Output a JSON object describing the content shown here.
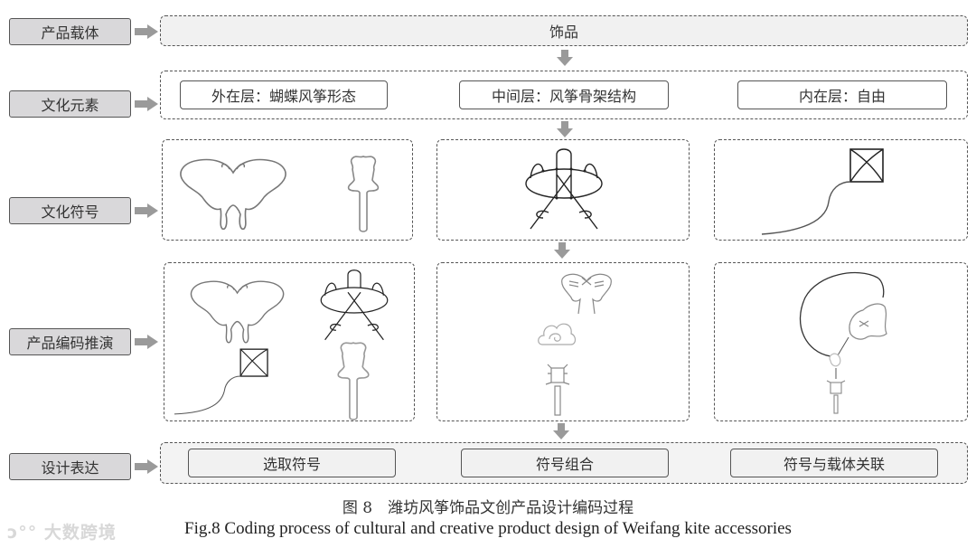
{
  "rows": {
    "carrier": {
      "label": "产品载体",
      "content": "饰品"
    },
    "elements": {
      "label": "文化元素",
      "items": [
        "外在层：蝴蝶风筝形态",
        "中间层：风筝骨架结构",
        "内在层：自由"
      ]
    },
    "symbols": {
      "label": "文化符号"
    },
    "coding": {
      "label": "产品编码推演"
    },
    "expression": {
      "label": "设计表达",
      "items": [
        "选取符号",
        "符号组合",
        "符号与载体关联"
      ]
    }
  },
  "caption": {
    "cn": "图 8　潍坊风筝饰品文创产品设计编码过程",
    "en": "Fig.8 Coding process of cultural and creative product design of Weifang kite accessories"
  },
  "watermark": "大数跨境",
  "colors": {
    "label_fill": "#d9d8da",
    "border": "#555555",
    "arrow": "#9a9a9a",
    "carrier_fill": "#f1f1f1"
  }
}
